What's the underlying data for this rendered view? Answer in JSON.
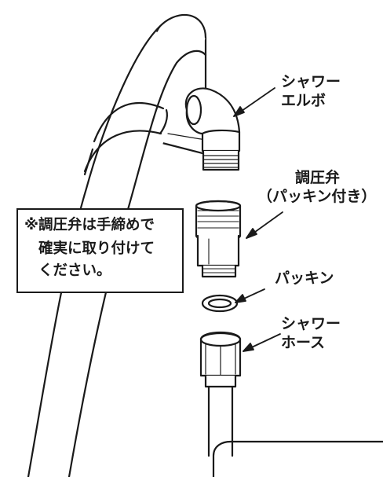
{
  "labels": {
    "elbow": [
      "シャワー",
      "エルボ"
    ],
    "valve": [
      "調圧弁",
      "（パッキン付き）"
    ],
    "packing": "パッキン",
    "hose": [
      "シャワー",
      "ホース"
    ]
  },
  "note": {
    "lines": [
      "※調圧弁は手締めで",
      "確実に取り付けて",
      "ください。"
    ]
  }
}
